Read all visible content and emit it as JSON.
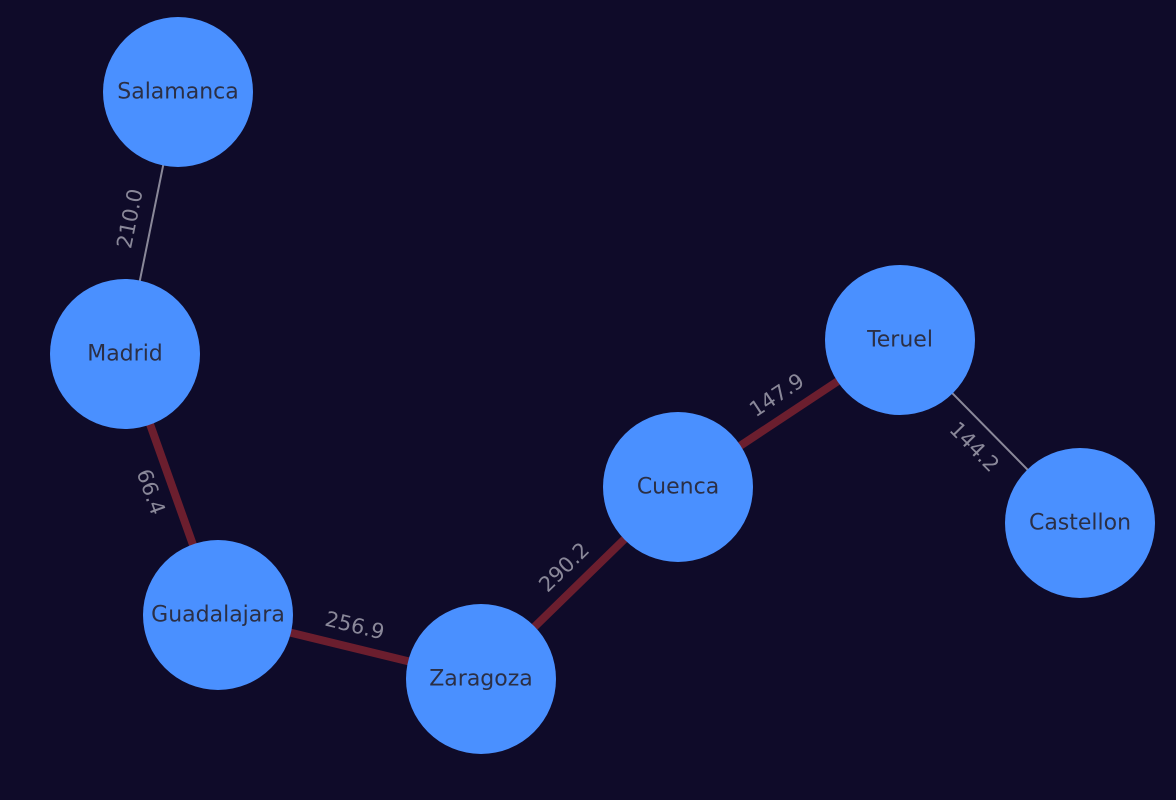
{
  "colors": {
    "background": "#0f0b29",
    "node": "#4a90ff",
    "node_label": "#2b2f45",
    "highlight_edge": "#6b1e2e",
    "plain_edge": "#8a8899",
    "edge_label": "#8a8899"
  },
  "nodes": [
    {
      "id": "salamanca",
      "label": "Salamanca"
    },
    {
      "id": "madrid",
      "label": "Madrid"
    },
    {
      "id": "guadalajara",
      "label": "Guadalajara"
    },
    {
      "id": "zaragoza",
      "label": "Zaragoza"
    },
    {
      "id": "cuenca",
      "label": "Cuenca"
    },
    {
      "id": "teruel",
      "label": "Teruel"
    },
    {
      "id": "castellon",
      "label": "Castellon"
    }
  ],
  "edges": [
    {
      "source": "salamanca",
      "target": "madrid",
      "label": "210.0",
      "highlighted": false
    },
    {
      "source": "madrid",
      "target": "guadalajara",
      "label": "66.4",
      "highlighted": true
    },
    {
      "source": "guadalajara",
      "target": "zaragoza",
      "label": "256.9",
      "highlighted": true
    },
    {
      "source": "zaragoza",
      "target": "cuenca",
      "label": "290.2",
      "highlighted": true
    },
    {
      "source": "cuenca",
      "target": "teruel",
      "label": "147.9",
      "highlighted": true
    },
    {
      "source": "teruel",
      "target": "castellon",
      "label": "144.2",
      "highlighted": false
    }
  ]
}
